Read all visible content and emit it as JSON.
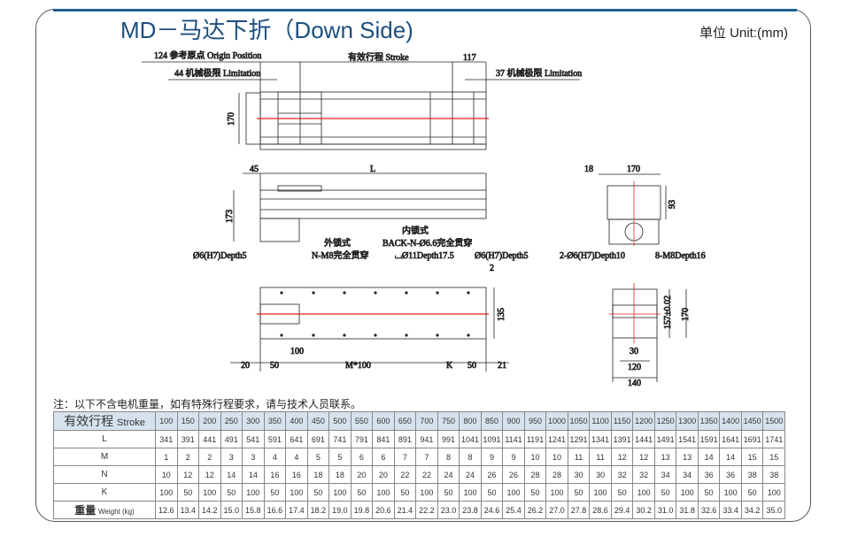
{
  "title": "MD－马达下折（Down Side)",
  "unit": "单位 Unit:(mm)",
  "top_view": {
    "origin": "124 参考原点 Origin Position",
    "stroke": "有效行程 Stroke",
    "d117": "117",
    "limit_left": "44 机械极限 Limitation",
    "limit_right": "37 机械极限 Limitation",
    "h170": "170"
  },
  "side_view": {
    "d45": "45",
    "L": "L",
    "h173": "173"
  },
  "end_view_top": {
    "d18": "18",
    "d170": "170",
    "d93": "93"
  },
  "bottom_view": {
    "inner": "内锁式",
    "back": "BACK-N-Ø6.6完全贯穿",
    "counterbore": "⌴Ø11Depth17.5",
    "outer": "外锁式",
    "nm8": "N-M8完全贯穿",
    "pin_left": "Ø6(H7)Depth5",
    "pin_right": "Ø6(H7)Depth5",
    "d2": "2",
    "d135": "135",
    "d20": "20",
    "d50a": "50",
    "d100": "100",
    "m100": "M*100",
    "K": "K",
    "d50b": "50",
    "d21": "21"
  },
  "end_view_bottom": {
    "pins": "2-Ø6(H7)Depth10",
    "threads": "8-M8Depth16",
    "d157": "157±0.02",
    "d170": "170",
    "d30": "30",
    "d120": "120",
    "d140": "140"
  },
  "note": "注：以下不含电机重量，如有特殊行程要求，请与技术人员联系。",
  "table": {
    "header_cn": "有效行程",
    "header_en": "Stroke",
    "strokes": [
      "100",
      "150",
      "200",
      "250",
      "300",
      "350",
      "400",
      "450",
      "500",
      "550",
      "600",
      "650",
      "700",
      "750",
      "800",
      "850",
      "900",
      "950",
      "1000",
      "1050",
      "1100",
      "1150",
      "1200",
      "1250",
      "1300",
      "1350",
      "1400",
      "1450",
      "1500"
    ],
    "rows": [
      {
        "label": "L",
        "values": [
          "341",
          "391",
          "441",
          "491",
          "541",
          "591",
          "641",
          "691",
          "741",
          "791",
          "841",
          "891",
          "941",
          "991",
          "1041",
          "1091",
          "1141",
          "1191",
          "1241",
          "1291",
          "1341",
          "1391",
          "1441",
          "1491",
          "1541",
          "1591",
          "1641",
          "1691",
          "1741"
        ]
      },
      {
        "label": "M",
        "values": [
          "1",
          "2",
          "2",
          "3",
          "3",
          "4",
          "4",
          "5",
          "5",
          "6",
          "6",
          "7",
          "7",
          "8",
          "8",
          "9",
          "9",
          "10",
          "10",
          "11",
          "11",
          "12",
          "12",
          "13",
          "13",
          "14",
          "14",
          "15",
          "15"
        ]
      },
      {
        "label": "N",
        "values": [
          "10",
          "12",
          "12",
          "14",
          "14",
          "16",
          "16",
          "18",
          "18",
          "20",
          "20",
          "22",
          "22",
          "24",
          "24",
          "26",
          "26",
          "28",
          "28",
          "30",
          "30",
          "32",
          "32",
          "34",
          "34",
          "36",
          "36",
          "38",
          "38"
        ]
      },
      {
        "label": "K",
        "values": [
          "100",
          "50",
          "100",
          "50",
          "100",
          "50",
          "100",
          "50",
          "100",
          "50",
          "100",
          "50",
          "100",
          "50",
          "100",
          "50",
          "100",
          "50",
          "100",
          "50",
          "100",
          "50",
          "100",
          "50",
          "100",
          "50",
          "100",
          "50",
          "100"
        ]
      }
    ],
    "weight_cn": "重量",
    "weight_en": "Weight (kg)",
    "weights": [
      "12.6",
      "13.4",
      "14.2",
      "15.0",
      "15.8",
      "16.6",
      "17.4",
      "18.2",
      "19.0",
      "19.8",
      "20.6",
      "21.4",
      "22.2",
      "23.0",
      "23.8",
      "24.6",
      "25.4",
      "26.2",
      "27.0",
      "27.8",
      "28.6",
      "29.4",
      "30.2",
      "31.0",
      "31.8",
      "32.6",
      "33.4",
      "34.2",
      "35.0"
    ]
  }
}
